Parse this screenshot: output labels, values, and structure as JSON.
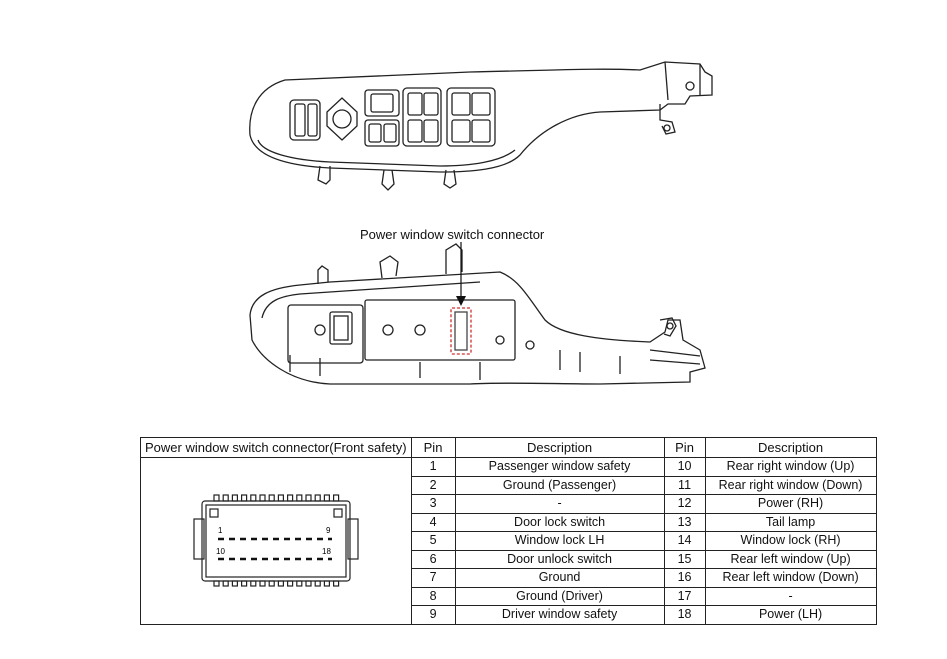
{
  "callout_label": "Power window switch connector",
  "table": {
    "header": {
      "connector": "Power window switch connector(Front safety)",
      "pin": "Pin",
      "description": "Description"
    },
    "connector_pin_labels": {
      "top_left": "1",
      "top_right": "9",
      "bottom_left": "10",
      "bottom_right": "18"
    },
    "rows": [
      {
        "pin_a": "1",
        "desc_a": "Passenger window safety",
        "pin_b": "10",
        "desc_b": "Rear right window (Up)"
      },
      {
        "pin_a": "2",
        "desc_a": "Ground (Passenger)",
        "pin_b": "11",
        "desc_b": "Rear right window (Down)"
      },
      {
        "pin_a": "3",
        "desc_a": "-",
        "pin_b": "12",
        "desc_b": "Power (RH)"
      },
      {
        "pin_a": "4",
        "desc_a": "Door lock switch",
        "pin_b": "13",
        "desc_b": "Tail lamp"
      },
      {
        "pin_a": "5",
        "desc_a": "Window lock LH",
        "pin_b": "14",
        "desc_b": "Window lock (RH)"
      },
      {
        "pin_a": "6",
        "desc_a": "Door unlock switch",
        "pin_b": "15",
        "desc_b": "Rear left window (Up)"
      },
      {
        "pin_a": "7",
        "desc_a": "Ground",
        "pin_b": "16",
        "desc_b": "Rear left window (Down)"
      },
      {
        "pin_a": "8",
        "desc_a": "Ground (Driver)",
        "pin_b": "17",
        "desc_b": "-"
      },
      {
        "pin_a": "9",
        "desc_a": "Driver window safety",
        "pin_b": "18",
        "desc_b": "Power (LH)"
      }
    ]
  }
}
